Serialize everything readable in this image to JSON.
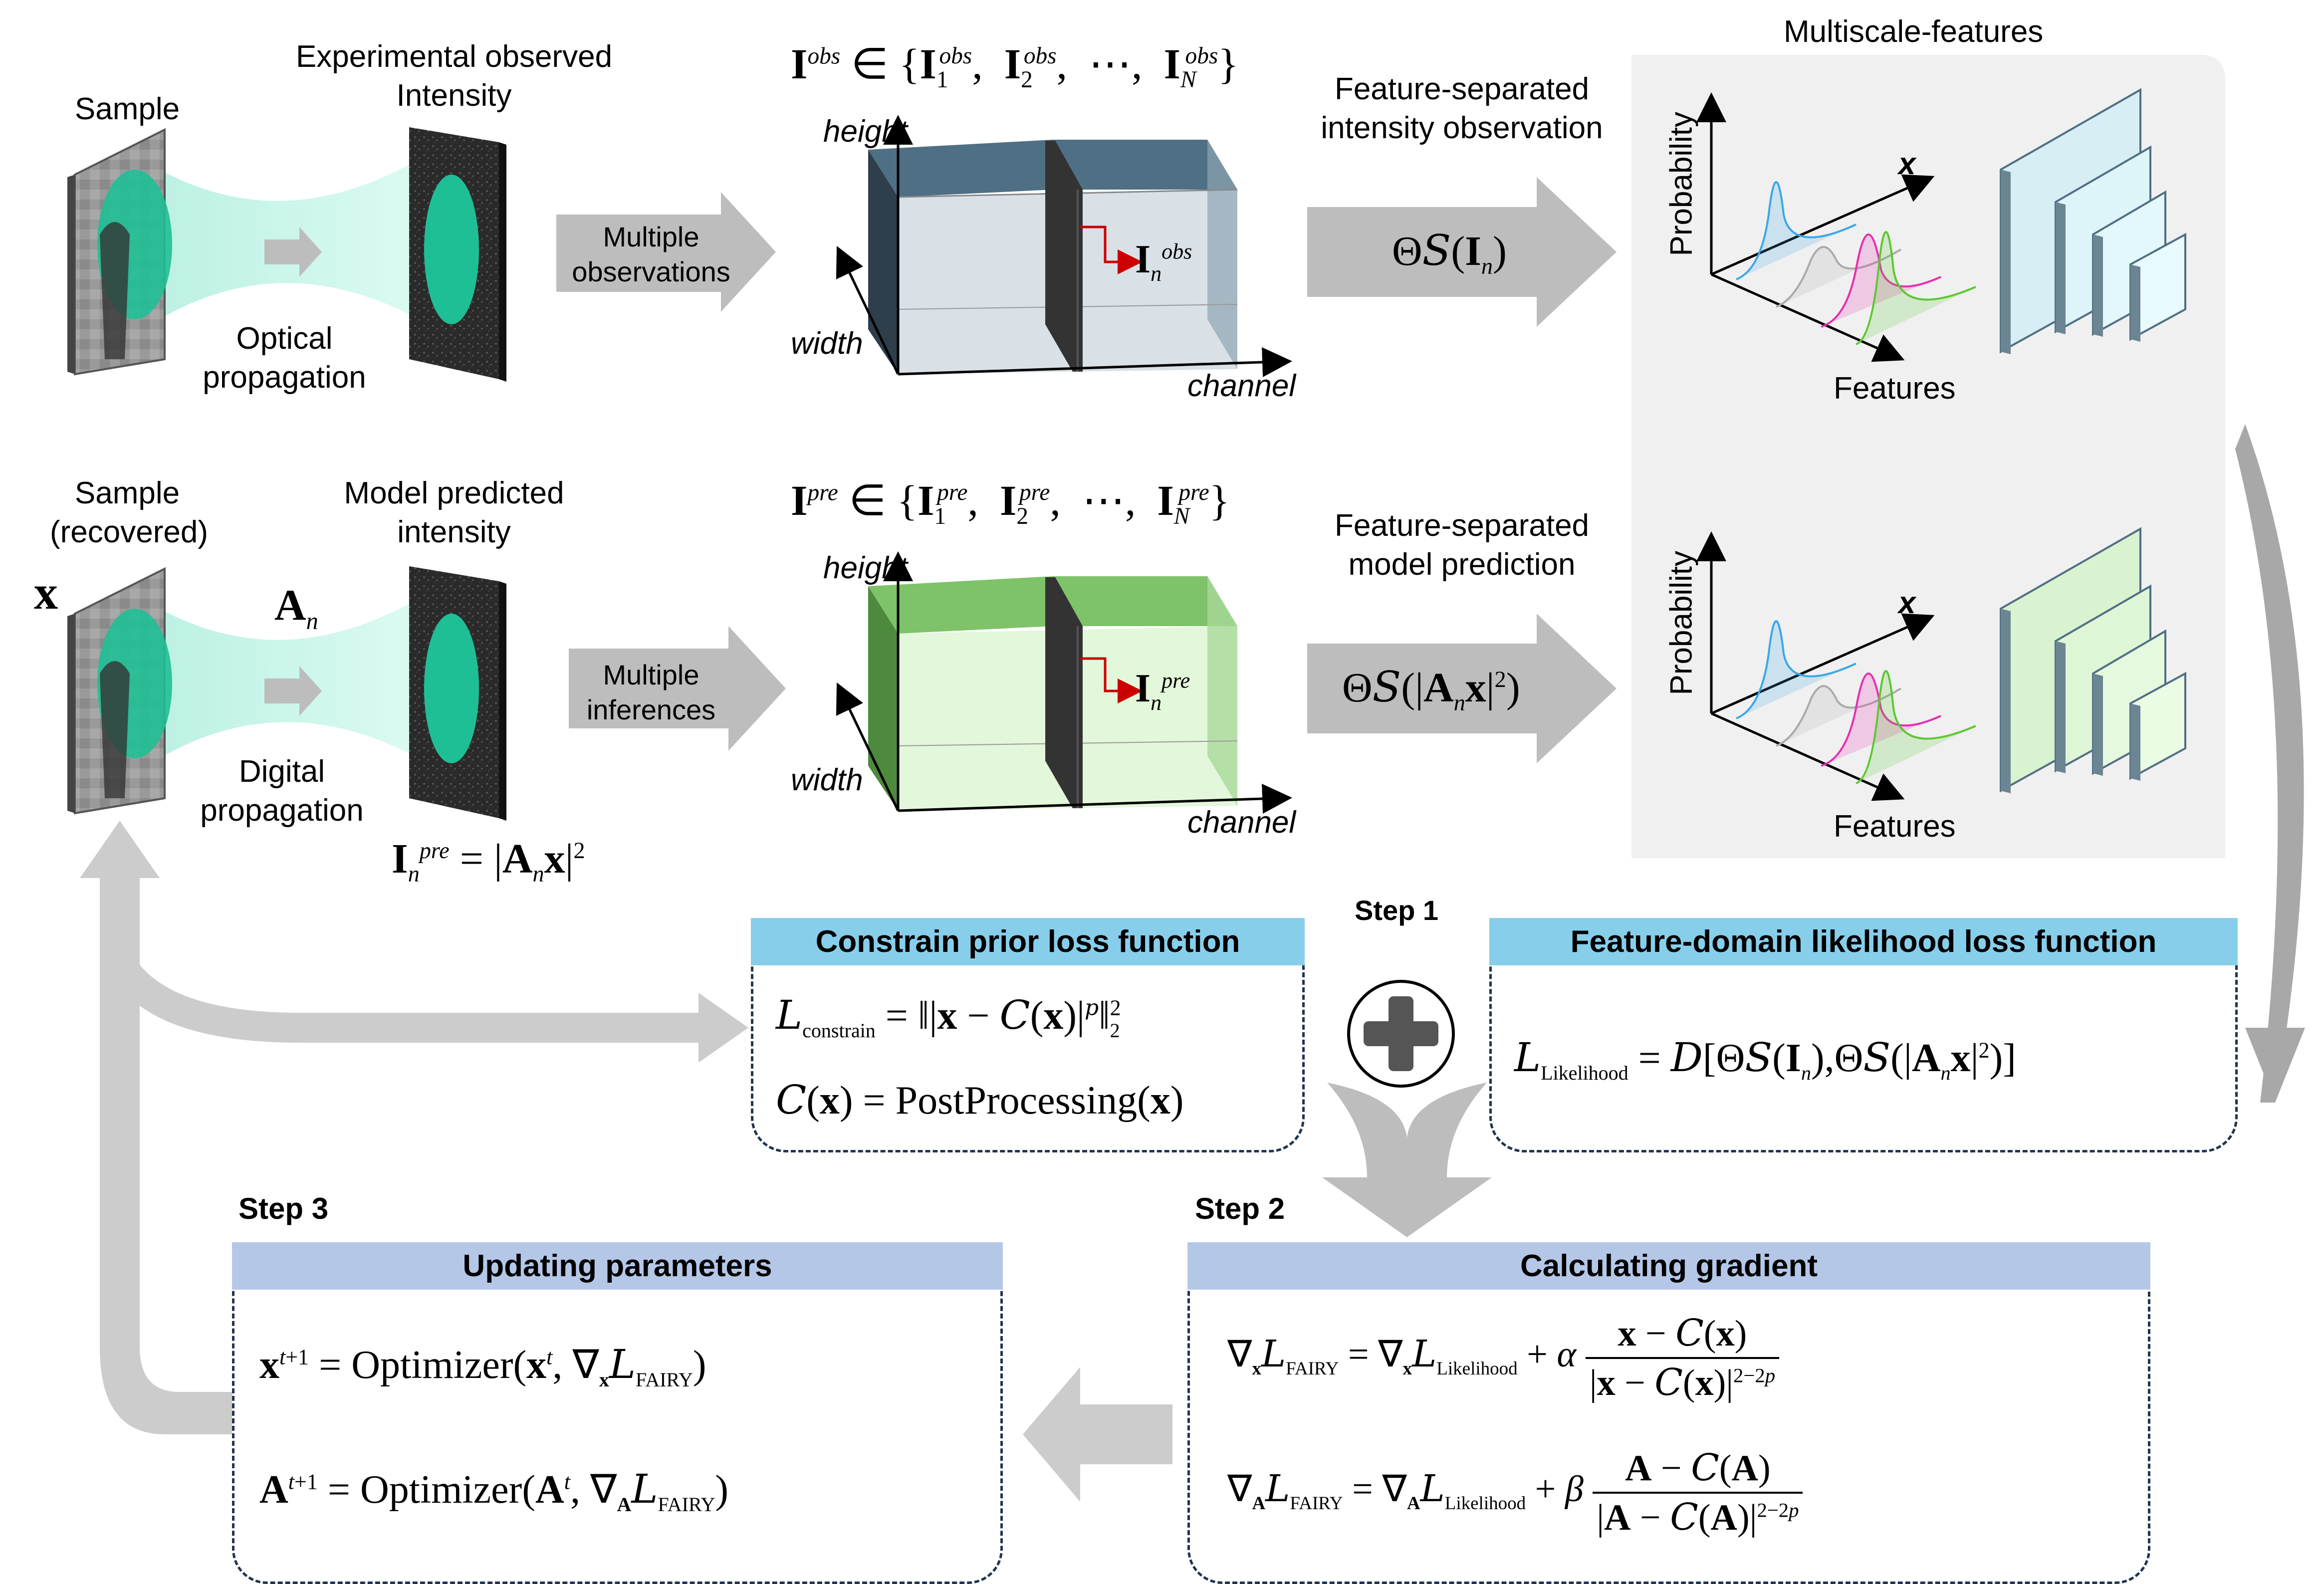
{
  "labels": {
    "sample_top": "Sample",
    "exp_intensity_l1": "Experimental observed",
    "exp_intensity_l2": "Intensity",
    "optical_l1": "Optical",
    "optical_l2": "propagation",
    "multiple_obs_l1": "Multiple",
    "multiple_obs_l2": "observations",
    "height_top": "height",
    "width_top": "width",
    "channel_top": "channel",
    "feat_sep_obs_l1": "Feature-separated",
    "feat_sep_obs_l2": "intensity observation",
    "multiscale": "Multiscale-features",
    "probability_top": "Probability",
    "x_top": "x",
    "features_top": "Features",
    "sample_bottom_l1": "Sample",
    "sample_bottom_l2": "(recovered)",
    "x_symbol": "x",
    "model_pred_l1": "Model predicted",
    "model_pred_l2": "intensity",
    "An_symbol": "A",
    "An_sub": "n",
    "digital_l1": "Digital",
    "digital_l2": "propagation",
    "multiple_inf_l1": "Multiple",
    "multiple_inf_l2": "inferences",
    "height_bottom": "height",
    "width_bottom": "width",
    "channel_bottom": "channel",
    "feat_sep_pred_l1": "Feature-separated",
    "feat_sep_pred_l2": "model prediction",
    "probability_bottom": "Probability",
    "x_bottom": "x",
    "features_bottom": "Features",
    "step1": "Step 1",
    "step2": "Step 2",
    "step3": "Step 3"
  },
  "boxes": {
    "constrain_title": "Constrain prior loss function",
    "likelihood_title": "Feature-domain likelihood loss function",
    "updating_title": "Updating parameters",
    "gradient_title": "Calculating gradient"
  },
  "equations": {
    "postprocessing": "PostProcessing",
    "optimizer": "Optimizer",
    "sub_constrain": "constrain",
    "sub_likelihood": "Likelihood",
    "sub_fairy": "FAIRY"
  },
  "colors": {
    "teal": "#1FBF95",
    "beam": "#C8F5EA",
    "arrow_gray": "#BDBDBD",
    "box_blue": "#87CEEB",
    "box_lavender": "#B4C7E7",
    "panel_gray": "#F0F0F0",
    "cube_obs": "#4F6F84",
    "cube_pred": "#7EC26A",
    "curve_blue": "#3BA7E6",
    "curve_gray": "#AAAAAA",
    "curve_magenta": "#E62FB0",
    "curve_green": "#5BC832",
    "red_arrow": "#CC0000"
  },
  "icons": {
    "plus": "plus-icon",
    "arrows": "block-arrow"
  }
}
